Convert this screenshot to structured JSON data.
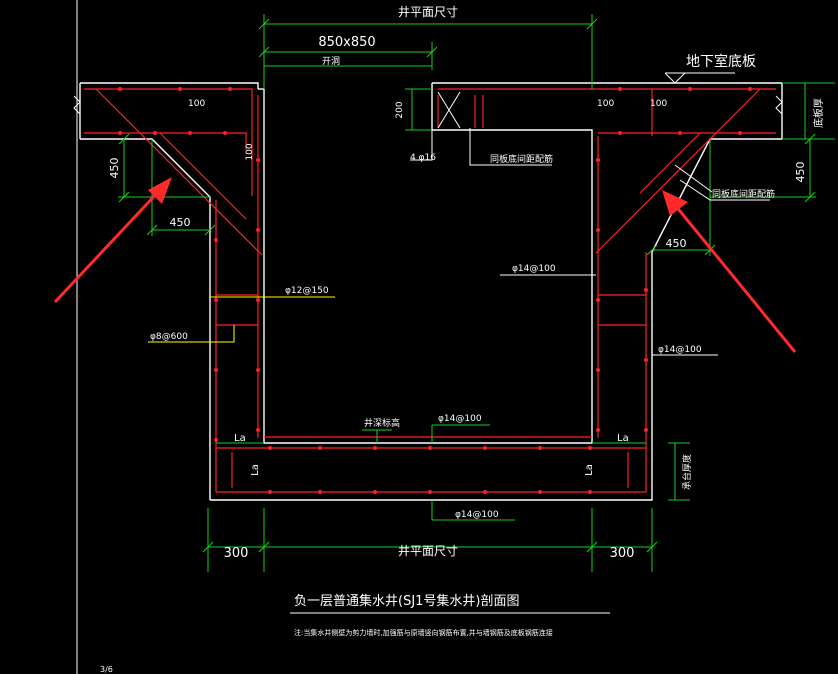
{
  "labels": {
    "top_dim": "井平面尺寸",
    "size": "850x850",
    "opening": "开洞",
    "basement_slab": "地下室底板",
    "slab_thickness": "底板厚",
    "wall_thickness_left": "100",
    "wall_thickness_right_a": "100",
    "wall_thickness_right_b": "100",
    "vert_100": "100",
    "slab_200": "200",
    "bar_4phi16": "4 φ16",
    "same_as_slab_1": "同板底间距配筋",
    "same_as_slab_2": "同板底间距配筋",
    "dim_450_left_v": "450",
    "dim_450_left_h": "450",
    "dim_450_right_v": "450",
    "dim_450_right_h": "450",
    "rebar_phi12": "φ12@150",
    "rebar_phi8": "φ8@600",
    "rebar_phi14_a": "φ14@100",
    "rebar_phi14_b": "φ14@100",
    "rebar_phi14_c": "φ14@100",
    "rebar_phi14_d": "φ14@100",
    "well_depth": "井深标高",
    "la_left": "La",
    "la_right": "La",
    "la_v_left": "La",
    "la_v_right": "La",
    "raft_thickness": "承台厚度",
    "bottom_300_left": "300",
    "bottom_300_right": "300",
    "bottom_dim": "井平面尺寸",
    "title": "负一层普通集水井(SJ1号集水井)剖面图",
    "note": "注:当集水井侧壁为剪力墙时,加强筋与原墙竖向钢筋布置,并与墙钢筋及底板钢筋连接",
    "corner": "3/6"
  },
  "colors": {
    "background": "#000000",
    "concrete": "#ffffff",
    "rebar": "#ff2020",
    "dimension": "#19d119",
    "leader": "#ffff00",
    "arrow": "#ff2a2a"
  }
}
